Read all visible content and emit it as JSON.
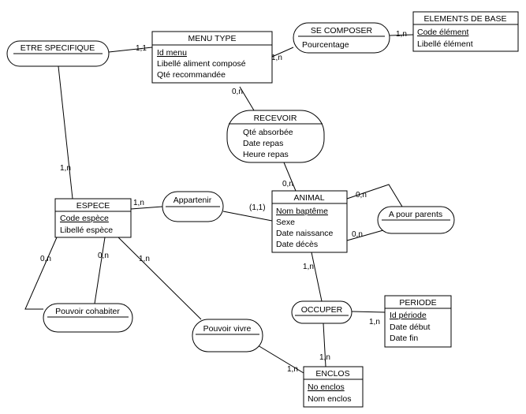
{
  "entities": {
    "menu_type": {
      "title": "MENU TYPE",
      "key": "Id menu",
      "attrs": [
        "Libellé aliment composé",
        "Qté recommandée"
      ]
    },
    "elements_de_base": {
      "title": "ELEMENTS DE BASE",
      "key": "Code élément",
      "attrs": [
        "Libellé élément"
      ]
    },
    "espece": {
      "title": "ESPECE",
      "key": "Code espèce",
      "attrs": [
        "Libellé espèce"
      ]
    },
    "animal": {
      "title": "ANIMAL",
      "key": "Nom baptême",
      "attrs": [
        "Sexe",
        "Date naissance",
        "Date décès"
      ]
    },
    "periode": {
      "title": "PERIODE",
      "key": "Id période",
      "attrs": [
        "Date début",
        "Date fin"
      ]
    },
    "enclos": {
      "title": "ENCLOS",
      "key": "No enclos",
      "attrs": [
        "Nom enclos"
      ]
    }
  },
  "associations": {
    "etre_specifique": {
      "title": "ETRE SPECIFIQUE",
      "attrs": []
    },
    "se_composer": {
      "title": "SE COMPOSER",
      "attrs": [
        "Pourcentage"
      ]
    },
    "recevoir": {
      "title": "RECEVOIR",
      "attrs": [
        "Qté absorbée",
        "Date repas",
        "Heure repas"
      ]
    },
    "appartenir": {
      "title": "Appartenir",
      "attrs": []
    },
    "a_pour_parents": {
      "title": "A pour parents",
      "attrs": []
    },
    "pouvoir_cohabiter": {
      "title": "Pouvoir cohabiter",
      "attrs": []
    },
    "pouvoir_vivre": {
      "title": "Pouvoir vivre",
      "attrs": []
    },
    "occuper": {
      "title": "OCCUPER",
      "attrs": []
    }
  },
  "cardinalities": {
    "menu_etre": "1,1",
    "espece_etre": "1,n",
    "menu_compo": "1,n",
    "elem_compo": "1,n",
    "menu_recevoir": "0,n",
    "animal_recevoir": "0,n",
    "espece_appartenir": "1,n",
    "animal_appartenir": "(1,1)",
    "animal_parents_top": "0,n",
    "animal_parents_bottom": "0,n",
    "espece_cohab_left": "0,n",
    "espece_cohab_right": "0,n",
    "espece_vivre": "1,n",
    "enclos_vivre": "1,n",
    "animal_occuper": "1,n",
    "periode_occuper": "1,n",
    "enclos_occuper": "1,n"
  }
}
